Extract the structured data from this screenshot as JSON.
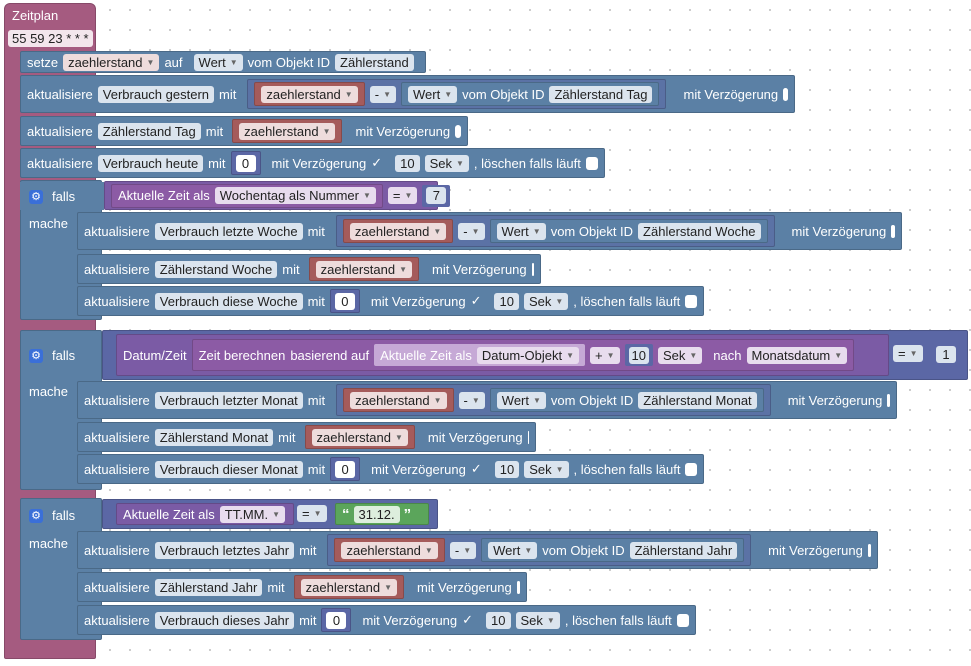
{
  "title": "Zeitplan",
  "cron": "55 59 23 * * *",
  "setze": {
    "label": "setze",
    "var": "zaehlerstand",
    "auf": "auf",
    "wert": "Wert",
    "vom": "vom Objekt ID",
    "id": "Zählerstand"
  },
  "r1": {
    "label": "aktualisiere",
    "target": "Verbrauch gestern",
    "mit": "mit",
    "var": "zaehlerstand",
    "op": "-",
    "wert": "Wert",
    "vom": "vom Objekt ID",
    "id": "Zählerstand Tag",
    "delay": "mit Verzögerung"
  },
  "r2": {
    "label": "aktualisiere",
    "target": "Zählerstand Tag",
    "mit": "mit",
    "var": "zaehlerstand",
    "delay": "mit Verzögerung"
  },
  "r3": {
    "label": "aktualisiere",
    "target": "Verbrauch heute",
    "mit": "mit",
    "val": "0",
    "delay": "mit Verzögerung",
    "check": "✓",
    "n": "10",
    "unit": "Sek",
    "clear": ", löschen falls läuft"
  },
  "if1": {
    "falls": "falls",
    "mache": "mache",
    "time": "Aktuelle Zeit als",
    "fmt": "Wochentag als Nummer",
    "eq": "=",
    "val": "7",
    "a": {
      "label": "aktualisiere",
      "target": "Verbrauch letzte Woche",
      "mit": "mit",
      "var": "zaehlerstand",
      "op": "-",
      "wert": "Wert",
      "vom": "vom Objekt ID",
      "id": "Zählerstand Woche",
      "delay": "mit Verzögerung"
    },
    "b": {
      "label": "aktualisiere",
      "target": "Zählerstand Woche",
      "mit": "mit",
      "var": "zaehlerstand",
      "delay": "mit Verzögerung"
    },
    "c": {
      "label": "aktualisiere",
      "target": "Verbrauch diese Woche",
      "mit": "mit",
      "val": "0",
      "delay": "mit Verzögerung",
      "check": "✓",
      "n": "10",
      "unit": "Sek",
      "clear": ", löschen falls läuft"
    }
  },
  "if2": {
    "falls": "falls",
    "mache": "mache",
    "datum": "Datum/Zeit",
    "calc": "Zeit berechnen",
    "basis": "basierend auf",
    "time": "Aktuelle Zeit als",
    "fmt": "Datum-Objekt",
    "plus": "+",
    "n": "10",
    "unit": "Sek",
    "nach": "nach",
    "nachfmt": "Monatsdatum",
    "eq": "=",
    "val": "1",
    "a": {
      "label": "aktualisiere",
      "target": "Verbrauch letzter Monat",
      "mit": "mit",
      "var": "zaehlerstand",
      "op": "-",
      "wert": "Wert",
      "vom": "vom Objekt ID",
      "id": "Zählerstand Monat",
      "delay": "mit Verzögerung"
    },
    "b": {
      "label": "aktualisiere",
      "target": "Zählerstand Monat",
      "mit": "mit",
      "var": "zaehlerstand",
      "delay": "mit Verzögerung"
    },
    "c": {
      "label": "aktualisiere",
      "target": "Verbrauch dieser Monat",
      "mit": "mit",
      "val": "0",
      "delay": "mit Verzögerung",
      "check": "✓",
      "n": "10",
      "unit": "Sek",
      "clear": ", löschen falls läuft"
    }
  },
  "if3": {
    "falls": "falls",
    "mache": "mache",
    "time": "Aktuelle Zeit als",
    "fmt": "TT.MM.",
    "eq": "=",
    "qo": "“",
    "str": "31.12.",
    "qc": "”",
    "a": {
      "label": "aktualisiere",
      "target": "Verbrauch letztes Jahr",
      "mit": "mit",
      "var": "zaehlerstand",
      "op": "-",
      "wert": "Wert",
      "vom": "vom Objekt ID",
      "id": "Zählerstand Jahr",
      "delay": "mit Verzögerung"
    },
    "b": {
      "label": "aktualisiere",
      "target": "Zählerstand Jahr",
      "mit": "mit",
      "var": "zaehlerstand",
      "delay": "mit Verzögerung"
    },
    "c": {
      "label": "aktualisiere",
      "target": "Verbrauch dieses Jahr",
      "mit": "mit",
      "val": "0",
      "delay": "mit Verzögerung",
      "check": "✓",
      "n": "10",
      "unit": "Sek",
      "clear": ", löschen falls läuft"
    }
  },
  "colors": {
    "schedule": "#a55b80",
    "action": "#5b80a5",
    "variable": "#a55b5b",
    "time": "#7b5ba5",
    "text": "#5ba55b"
  },
  "icons": {
    "settings": "gear-icon",
    "dropdown": "chevron-down-icon"
  }
}
